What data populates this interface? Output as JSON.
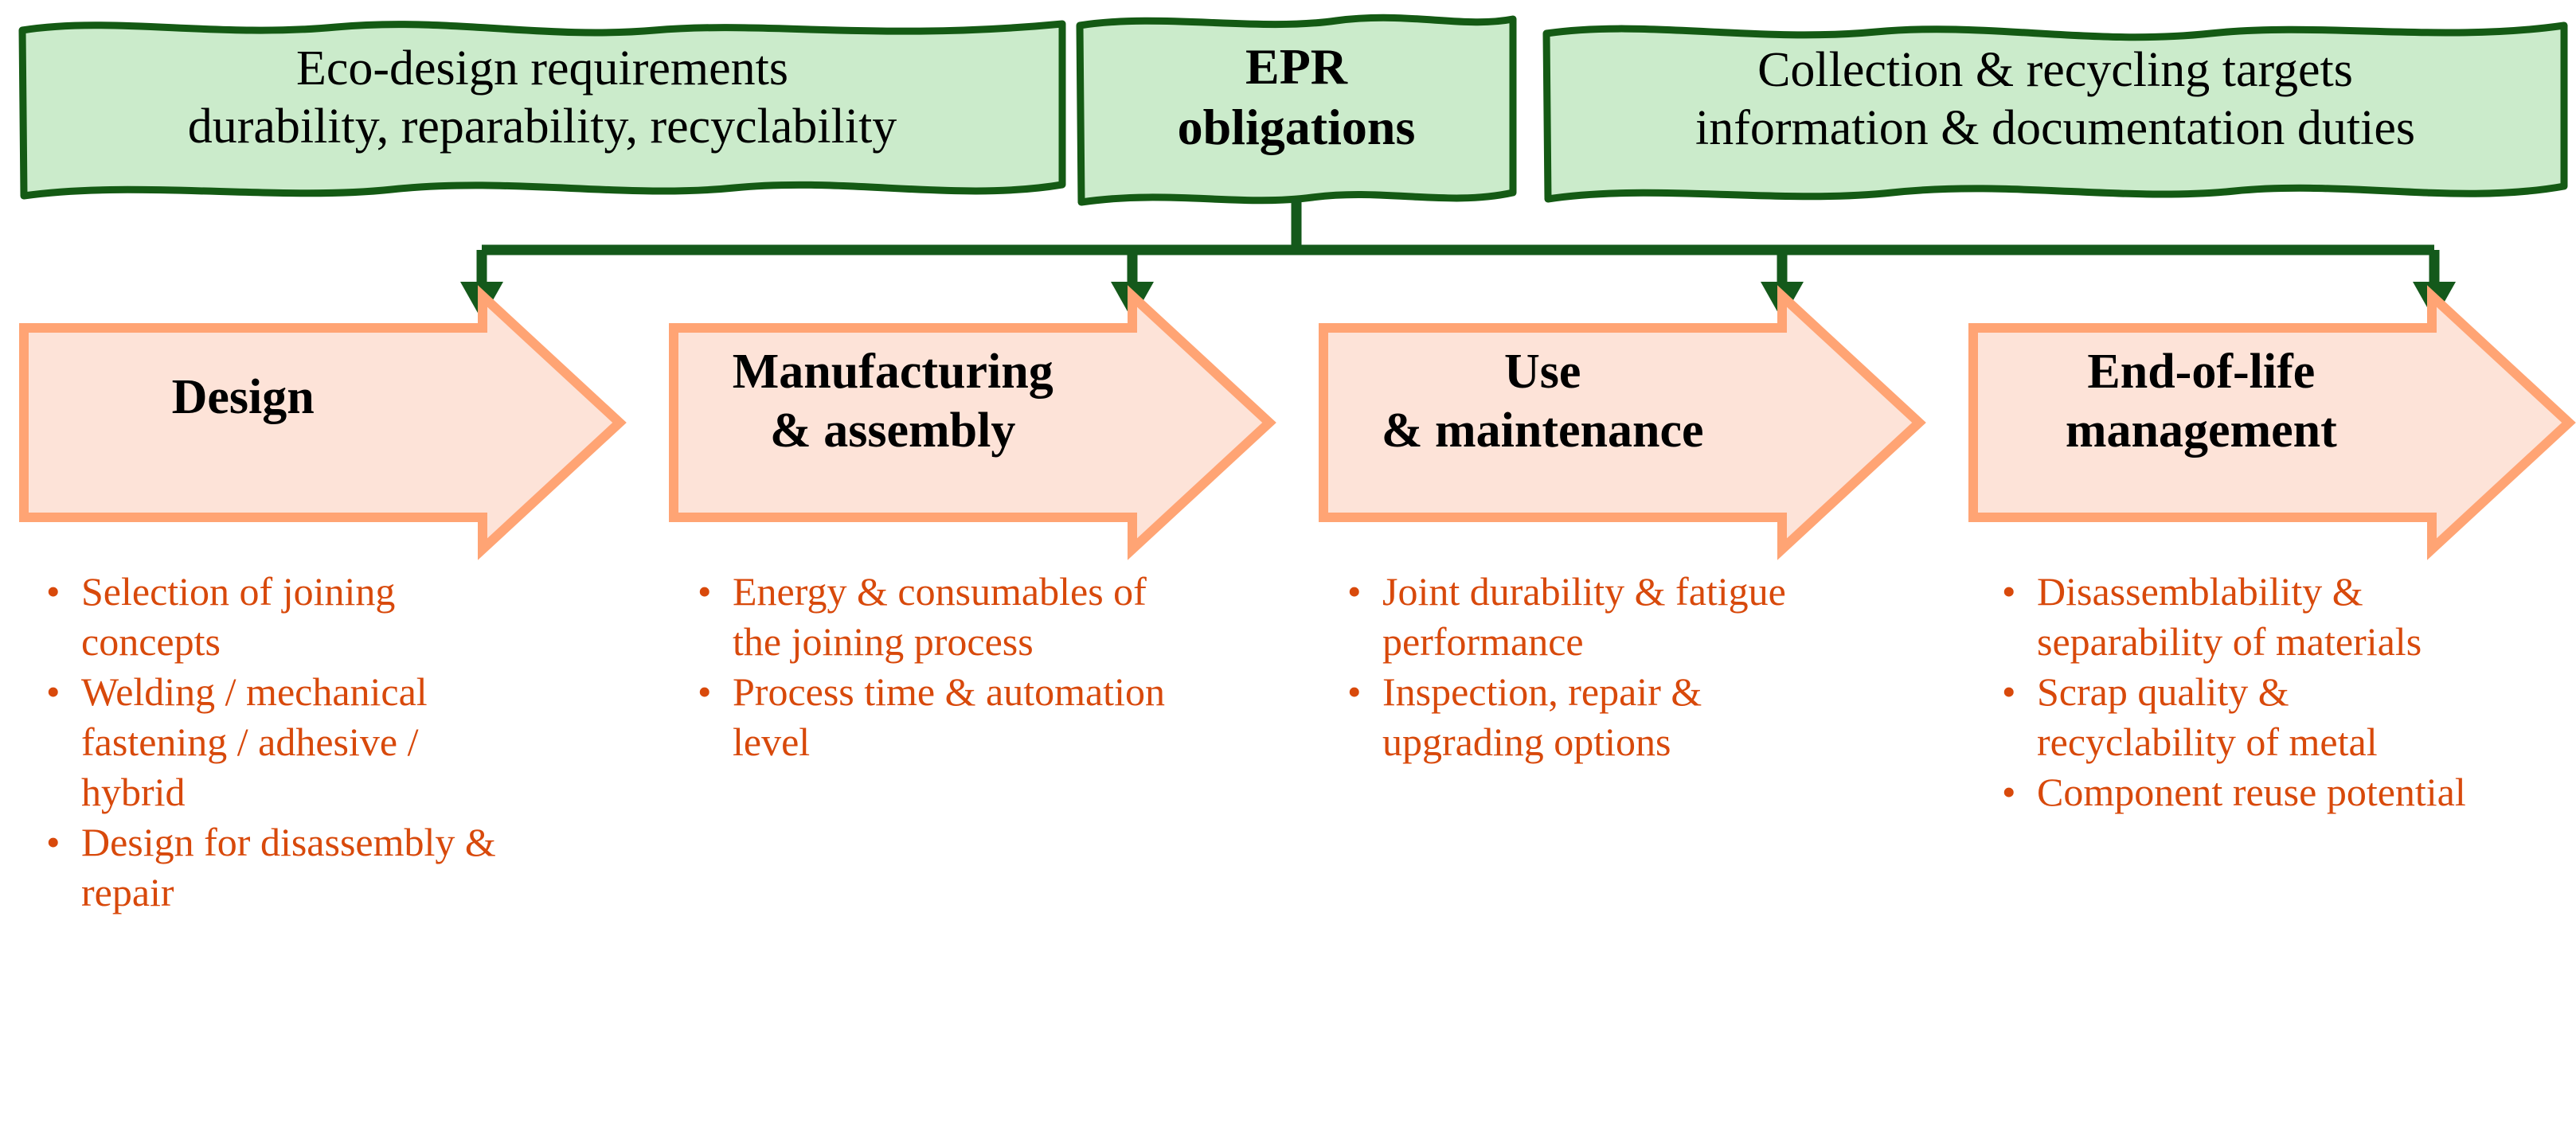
{
  "colors": {
    "banner_fill": "#CBEBCB",
    "banner_border": "#145A14",
    "connector": "#14591B",
    "arrow_fill": "#FDE3D8",
    "arrow_border": "#FFA474",
    "bullet_text": "#D8490B",
    "heading_text": "#000000",
    "background": "#FFFFFF"
  },
  "banners": [
    {
      "id": "eco-design",
      "name": "banner-eco-design-requirements",
      "text": "Eco-design requirements\ndurability, reparability, recyclability",
      "bold": false
    },
    {
      "id": "epr",
      "name": "banner-epr-obligations",
      "text": "EPR\nobligations",
      "bold": true
    },
    {
      "id": "collection",
      "name": "banner-collection-recycling-targets",
      "text": "Collection & recycling targets\ninformation & documentation duties",
      "bold": false
    }
  ],
  "stages": [
    {
      "id": "design",
      "label": "Design",
      "bullets": [
        "Selection of joining concepts",
        "Welding / mechanical fastening / adhesive / hybrid",
        "Design for disassembly & repair"
      ]
    },
    {
      "id": "manufacturing",
      "label": "Manufacturing\n& assembly",
      "bullets": [
        "Energy & consumables of the joining process",
        "Process time & automation level"
      ]
    },
    {
      "id": "use",
      "label": "Use\n& maintenance",
      "bullets": [
        "Joint durability & fatigue performance",
        "Inspection, repair & upgrading options"
      ]
    },
    {
      "id": "end-of-life",
      "label": "End-of-life\nmanagement",
      "bullets": [
        "Disassemblability & separability of materials",
        "Scrap quality & recyclability of metal",
        "Component reuse potential"
      ]
    }
  ],
  "connector": {
    "name": "epr-to-stages-connector",
    "description": "vertical stem from EPR banner to horizontal bus with four down arrows",
    "arrow_count": 4
  }
}
